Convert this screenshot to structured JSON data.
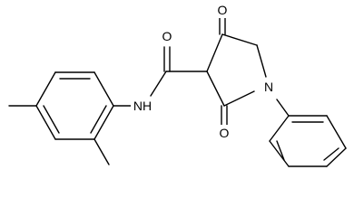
{
  "molecule": {
    "atom_labels": {
      "amide_oxygen": "O",
      "ketone_oxygen": "O",
      "lactam_oxygen": "O",
      "amide_nitrogen": "NH",
      "ring_nitrogen": "N"
    }
  }
}
